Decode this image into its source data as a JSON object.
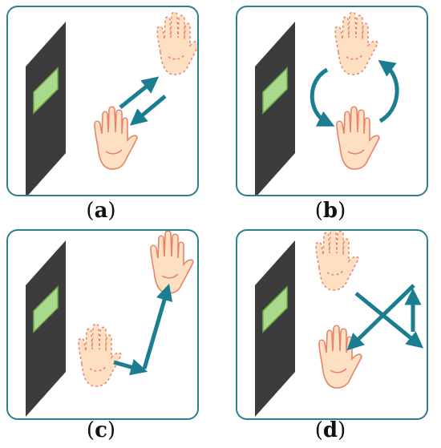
{
  "panels": [
    {
      "id": "a",
      "caption_letter": "a"
    },
    {
      "id": "b",
      "caption_letter": "b"
    },
    {
      "id": "c",
      "caption_letter": "c"
    },
    {
      "id": "d",
      "caption_letter": "d"
    }
  ],
  "colors": {
    "frame": "#2b7f8f",
    "arrow": "#1a7e90",
    "device": "#3c3c3c",
    "device_screen": "#a9d98a",
    "hand_fill": "#fde0c2",
    "hand_stroke": "#e8826a"
  }
}
